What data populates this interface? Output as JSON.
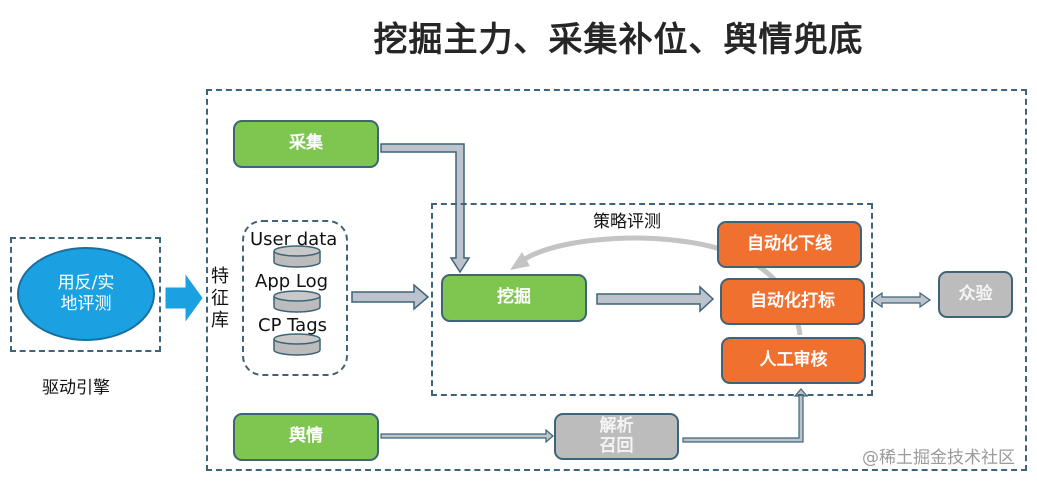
{
  "title": "挖掘主力、采集补位、舆情兜底",
  "driver": {
    "ellipse_label_line1": "用反/实",
    "ellipse_label_line2": "地评测",
    "caption": "驱动引擎",
    "ellipse_color": "#1ba1e2"
  },
  "feature_library": {
    "label": "特征库",
    "items": [
      {
        "label": "User data"
      },
      {
        "label": "App Log"
      },
      {
        "label": "CP Tags"
      }
    ]
  },
  "sources": {
    "collect": "采集",
    "public_opinion": "舆情",
    "parse_recall_line1": "解析",
    "parse_recall_line2": "召回"
  },
  "strategy_eval": {
    "label": "策略评测",
    "mining": "挖掘",
    "outcomes": [
      "自动化下线",
      "自动化打标",
      "人工审核"
    ]
  },
  "crowd_test": "众验",
  "watermark": "@稀土掘金技术社区",
  "colors": {
    "green": "#7fc650",
    "orange": "#f0702f",
    "gray": "#bcbcbc",
    "border": "#3d6478",
    "arrow_fill": "#bcc3cc"
  }
}
